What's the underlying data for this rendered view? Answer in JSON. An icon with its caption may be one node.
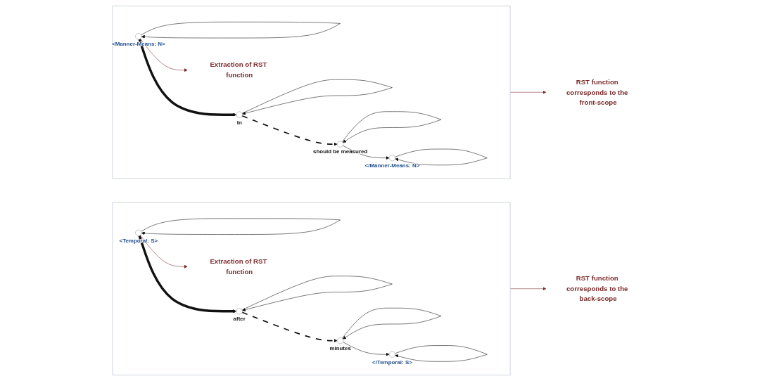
{
  "diagram": {
    "nodes": [
      {
        "text": [],
        "shape": "box"
      },
      {
        "text": [],
        "shape": "circle",
        "in": 0,
        "beside": [
          "<Manner-Means: N>"
        ]
      },
      {
        "text": [],
        "shape": "circle",
        "in": 0,
        "beside": [
          "In"
        ]
      },
      {
        "text": [],
        "shape": "circle",
        "in": 0,
        "beside": [
          "should be measured"
        ]
      },
      {
        "text": [],
        "shape": "circle",
        "in": 0,
        "beside": [
          "</Manner-Means: N>"
        ]
      },
      {
        "text": [
          "Extraction of RST function"
        ],
        "in": 0
      },
      {
        "text": [
          "RST function corresponds to the front-scope"
        ]
      },
      {
        "text": [],
        "shape": "box"
      },
      {
        "text": [],
        "shape": "circle",
        "in": 7,
        "beside": [
          "<Temporal: S>"
        ]
      },
      {
        "text": [],
        "shape": "circle",
        "in": 7,
        "beside": [
          "after"
        ]
      },
      {
        "text": [],
        "shape": "circle",
        "in": 7,
        "beside": [
          "minutes"
        ]
      },
      {
        "text": [],
        "shape": "circle",
        "in": 7,
        "beside": [
          "</Temporal: S>"
        ]
      },
      {
        "text": [
          "Extraction of RST function"
        ],
        "in": 7
      },
      {
        "text": [
          "RST function corresponds to the back-scope"
        ]
      }
    ],
    "edges": [
      {
        "from": 1,
        "to": 1,
        "arrow": "to"
      },
      {
        "from": 2,
        "to": 2,
        "arrow": "to"
      },
      {
        "from": 3,
        "to": 3,
        "arrow": "to"
      },
      {
        "from": 4,
        "to": 4,
        "arrow": "to"
      },
      {
        "from": 1,
        "to": 2,
        "arrow": "to",
        "style": "thick"
      },
      {
        "from": 2,
        "to": 3,
        "arrow": "to",
        "style": "dashed"
      },
      {
        "from": 3,
        "to": 4,
        "arrow": "to"
      },
      {
        "from": 1,
        "to": 5,
        "arrow": "to",
        "color": "#7b2a2a"
      },
      {
        "from": 0,
        "to": 6,
        "arrow": "to",
        "color": "#7b2a2a"
      },
      {
        "from": 8,
        "to": 8,
        "arrow": "to"
      },
      {
        "from": 9,
        "to": 9,
        "arrow": "to"
      },
      {
        "from": 10,
        "to": 10,
        "arrow": "to"
      },
      {
        "from": 11,
        "to": 11,
        "arrow": "to"
      },
      {
        "from": 8,
        "to": 9,
        "arrow": "to",
        "style": "thick"
      },
      {
        "from": 9,
        "to": 10,
        "arrow": "to",
        "style": "dashed"
      },
      {
        "from": 10,
        "to": 11,
        "arrow": "to"
      },
      {
        "from": 8,
        "to": 12,
        "arrow": "to",
        "color": "#7b2a2a"
      },
      {
        "from": 7,
        "to": 13,
        "arrow": "to",
        "color": "#7b2a2a"
      }
    ]
  }
}
